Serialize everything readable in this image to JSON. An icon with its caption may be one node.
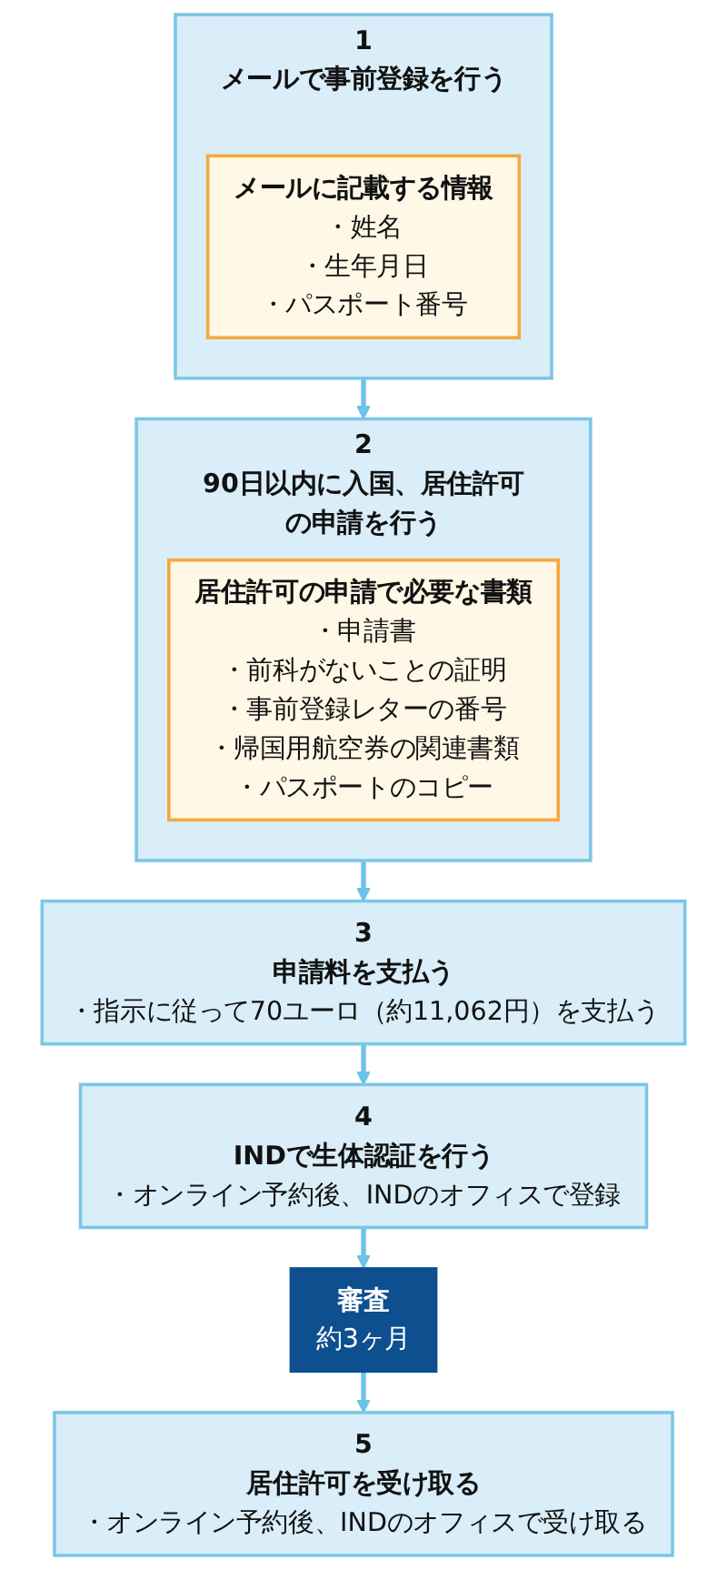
{
  "diagram": {
    "nodes": [
      {
        "text": [
          "1",
          "メールで事前登録を行う"
        ]
      },
      {
        "text": [
          "メールに記載する情報",
          "・姓名",
          "・生年月日",
          "・パスポート番号"
        ],
        "in": 0
      },
      {
        "text": [
          "2",
          "90日以内に入国、居住許可の申請を行う"
        ]
      },
      {
        "text": [
          "居住許可の申請で必要な書類",
          "・申請書",
          "・前科がないことの証明",
          "・事前登録レターの番号",
          "・帰国用航空券の関連書類",
          "・パスポートのコピー"
        ],
        "in": 2
      },
      {
        "text": [
          "3",
          "申請料を支払う",
          "・指示に従って70ユーロ（約11,062円）を支払う"
        ]
      },
      {
        "text": [
          "4",
          "INDで生体認証を行う",
          "・オンライン予約後、INDのオフィスで登録"
        ]
      },
      {
        "text": [
          "審査",
          "約3ヶ月"
        ]
      },
      {
        "text": [
          "5",
          "居住許可を受け取る",
          "・オンライン予約後、INDのオフィスで受け取る"
        ]
      }
    ],
    "edges": [
      {
        "from": 0,
        "to": 2,
        "arrow": "to"
      },
      {
        "from": 2,
        "to": 4,
        "arrow": "to"
      },
      {
        "from": 4,
        "to": 5,
        "arrow": "to"
      },
      {
        "from": 5,
        "to": 6,
        "arrow": "to"
      },
      {
        "from": 6,
        "to": 7,
        "arrow": "to"
      }
    ]
  }
}
